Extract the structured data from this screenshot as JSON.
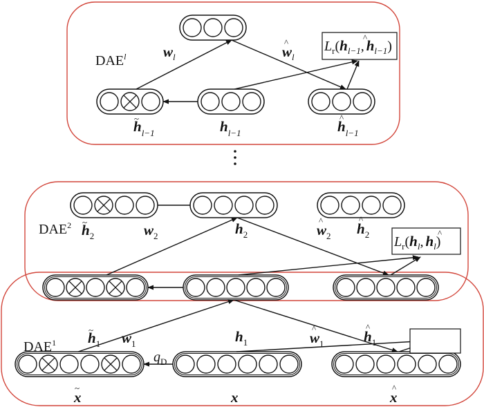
{
  "figure": {
    "description": "Stacked denoising autoencoder (DAE) layer-wise training diagram",
    "colors": {
      "frame": "#d2453a",
      "line": "#111111",
      "background": "#ffffff"
    }
  },
  "blocks": [
    {
      "id": "dae_l",
      "name": "DAE",
      "superscript": "l",
      "layers": {
        "corrupted": {
          "symbol": "h",
          "accent": "~",
          "subscript": "l−1",
          "units": 3,
          "corrupted_units": [
            1
          ]
        },
        "input": {
          "symbol": "h",
          "accent": "",
          "subscript": "l−1",
          "units": 3
        },
        "hidden": {
          "symbol": "",
          "units": 3
        },
        "reconstruction": {
          "symbol": "h",
          "accent": "^",
          "subscript": "l−1",
          "units": 3
        }
      },
      "encoder_weight": {
        "symbol": "w",
        "subscript": "l"
      },
      "decoder_weight": {
        "symbol": "w",
        "accent": "^",
        "subscript": "l"
      },
      "loss": {
        "text": "L",
        "sub": "r",
        "args": [
          "h_{l−1}",
          "ĥ_{l−1}"
        ],
        "arg1_sub": "l−1",
        "arg2_sub": "l−1"
      }
    },
    {
      "id": "dae_2",
      "name": "DAE",
      "superscript": "2",
      "layers": {
        "corrupted": {
          "symbol": "h",
          "accent": "~",
          "subscript": "2",
          "units": 4,
          "corrupted_units": [
            1
          ]
        },
        "hidden": {
          "symbol": "h",
          "subscript": "2",
          "units": 4
        },
        "reconstruction": {
          "symbol": "h",
          "accent": "^",
          "subscript": "2",
          "units": 4
        }
      },
      "encoder_weight": {
        "symbol": "w",
        "subscript": "2"
      },
      "decoder_weight": {
        "symbol": "w",
        "accent": "^",
        "subscript": "2"
      },
      "loss": {
        "text": "L",
        "sub": "r",
        "arg1_sub": "l",
        "arg2_sub": "l"
      }
    },
    {
      "id": "dae_1",
      "name": "DAE",
      "superscript": "1",
      "layers": {
        "corrupted": {
          "symbol": "x",
          "accent": "~",
          "units": 6,
          "corrupted_units": [
            1,
            4
          ]
        },
        "input": {
          "symbol": "x",
          "units": 6
        },
        "hidden_corrupted": {
          "symbol": "h",
          "accent": "~",
          "subscript": "1",
          "units": 5,
          "corrupted_units": [
            1,
            3
          ]
        },
        "hidden": {
          "symbol": "h",
          "subscript": "1",
          "units": 5
        },
        "hidden_reconstruction": {
          "symbol": "h",
          "accent": "^",
          "subscript": "1",
          "units": 5
        },
        "reconstruction": {
          "symbol": "x",
          "accent": "^",
          "units": 6
        }
      },
      "encoder_weight": {
        "symbol": "w",
        "subscript": "1"
      },
      "decoder_weight": {
        "symbol": "w",
        "accent": "^",
        "subscript": "1"
      },
      "corruption": {
        "symbol": "q",
        "subscript": "D"
      },
      "loss": {
        "text": ""
      }
    }
  ],
  "ellipsis": "⋮",
  "labels": {
    "dae_l": "DAE",
    "dae_l_sup": "l",
    "dae_2": "DAE",
    "dae_2_sup": "2",
    "dae_1": "DAE",
    "dae_1_sup": "1",
    "w": "w",
    "h": "h",
    "x": "x",
    "L": "L",
    "r": "r",
    "tilde": "~",
    "hat": "^",
    "sub_l": "l",
    "sub_lm1": "l−1",
    "sub_1": "1",
    "sub_2": "2",
    "sub_D": "D",
    "q": "q",
    "open_paren": "(",
    "comma": ",",
    "close_paren": ")"
  }
}
